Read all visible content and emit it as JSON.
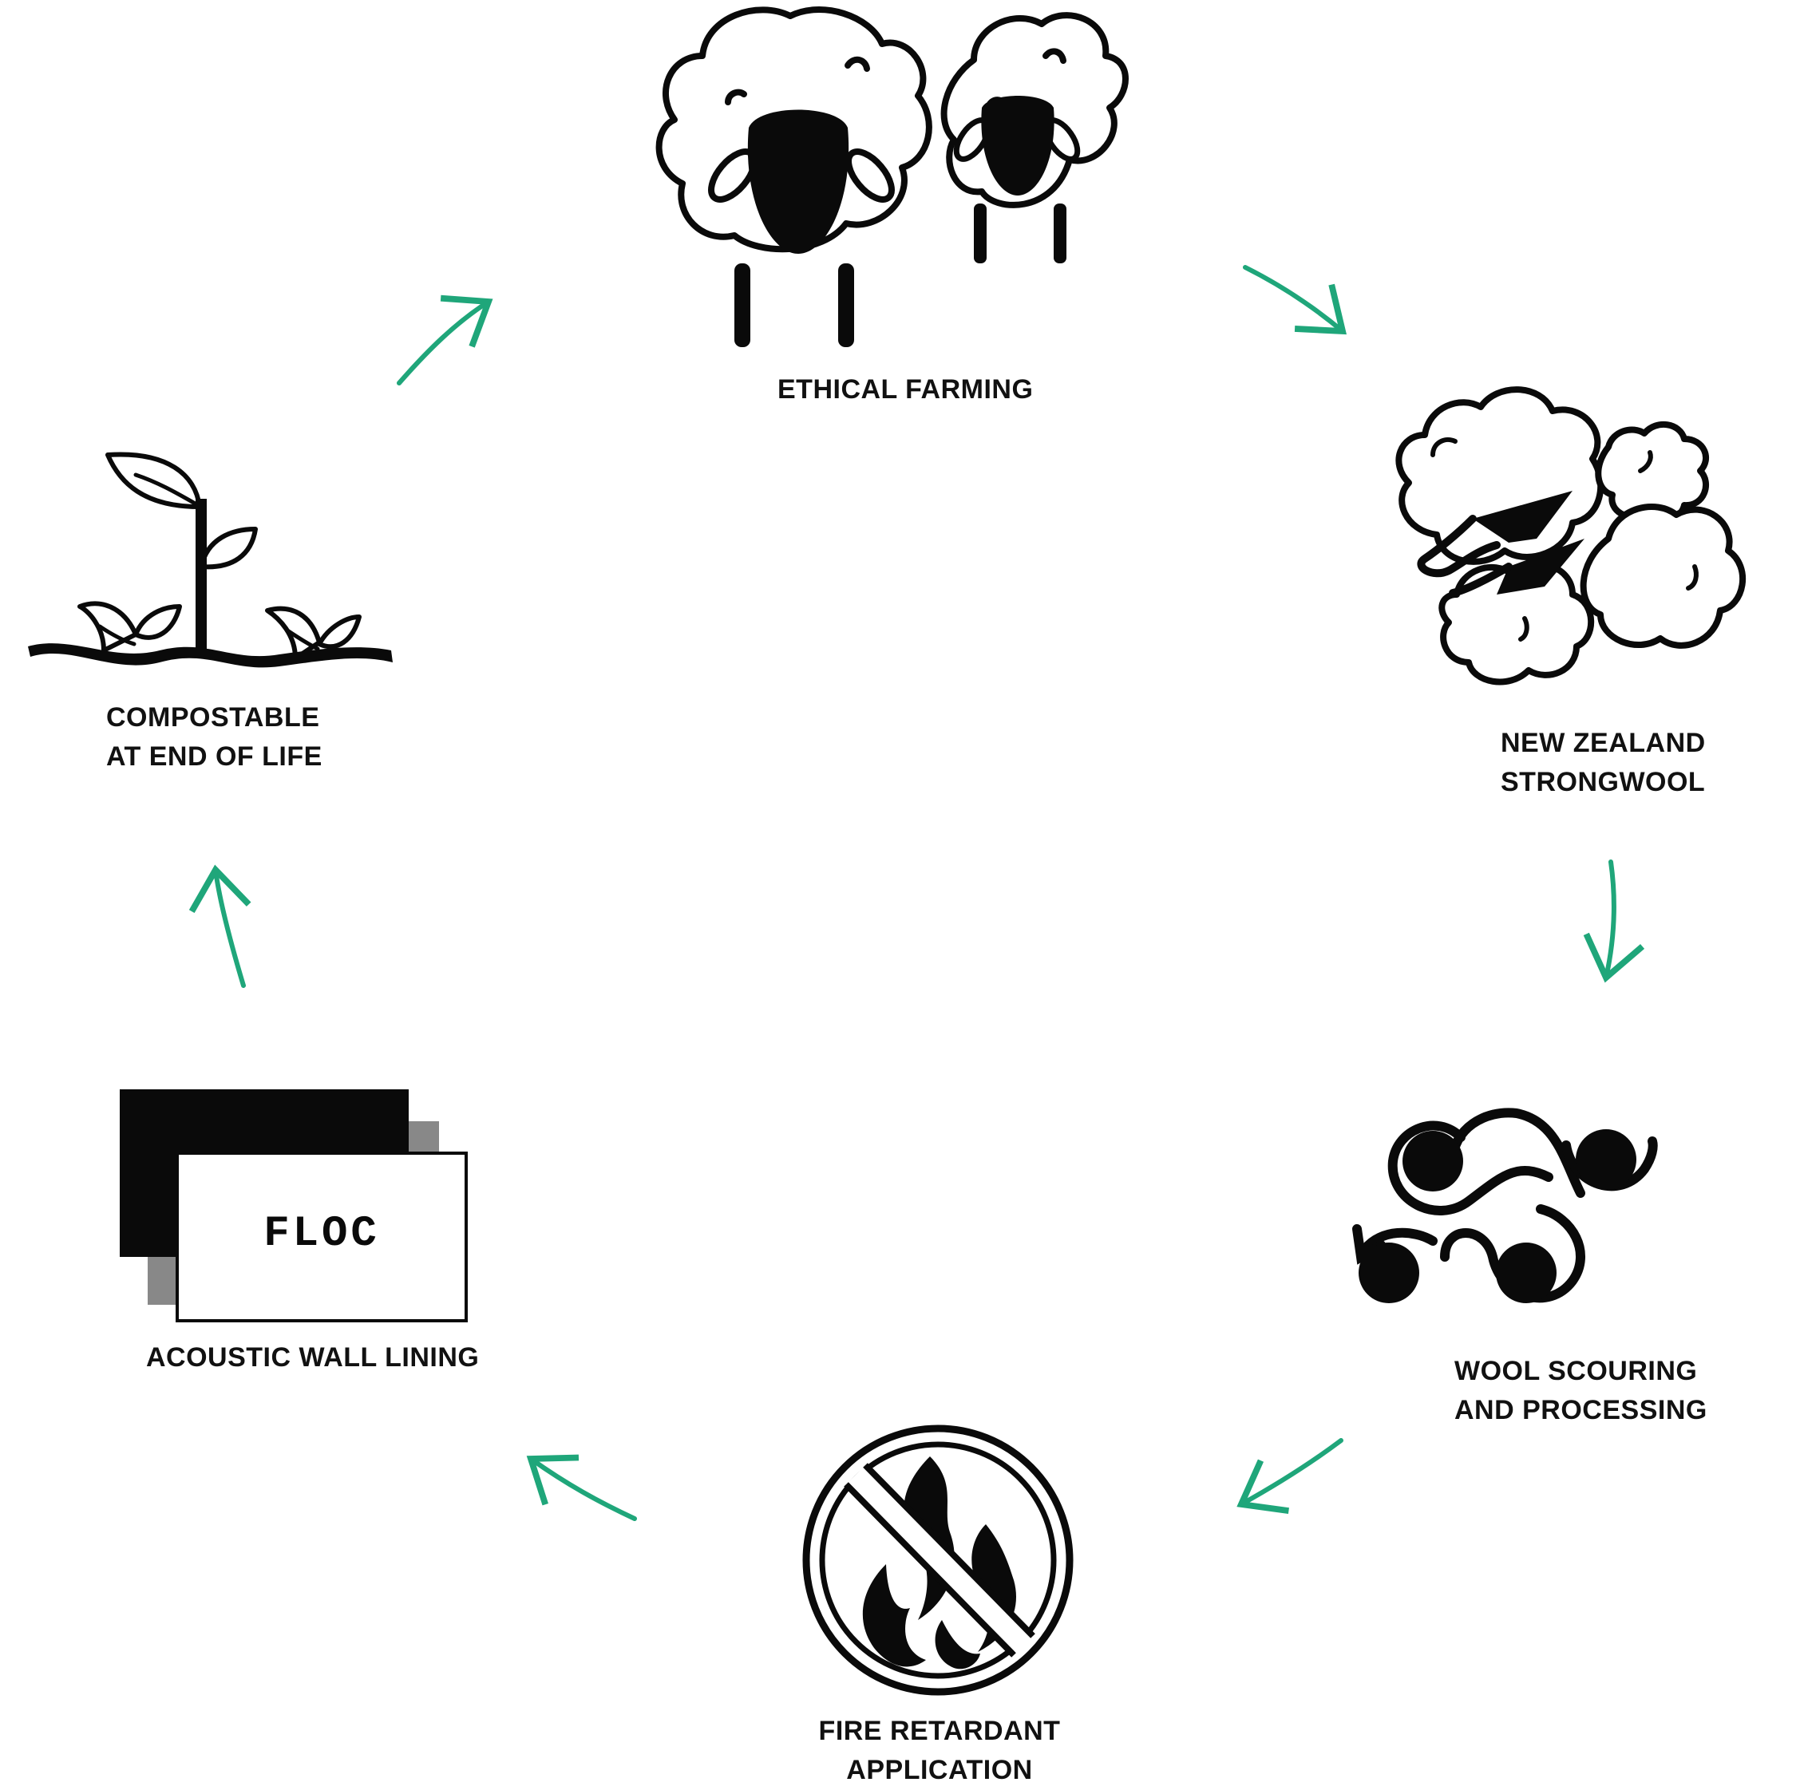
{
  "colors": {
    "arrow": "#1fa67a",
    "ink": "#0a0a0a",
    "shadow": "#888888"
  },
  "steps": [
    {
      "icon": "sheep-icon",
      "lines": [
        "ETHICAL FARMING"
      ]
    },
    {
      "icon": "wool-shears-icon",
      "lines": [
        "NEW ZEALAND",
        "STRONGWOOL"
      ]
    },
    {
      "icon": "wool-rollers-icon",
      "lines": [
        "WOOL SCOURING",
        "AND PROCESSING"
      ]
    },
    {
      "icon": "no-fire-icon",
      "lines": [
        "FIRE RETARDANT",
        "APPLICATION"
      ]
    },
    {
      "icon": "wall-panels-icon",
      "lines": [
        "ACOUSTIC WALL LINING"
      ]
    },
    {
      "icon": "sprouts-icon",
      "lines": [
        "COMPOSTABLE",
        "AT END OF LIFE"
      ]
    }
  ],
  "panel_brand": "FLOC"
}
